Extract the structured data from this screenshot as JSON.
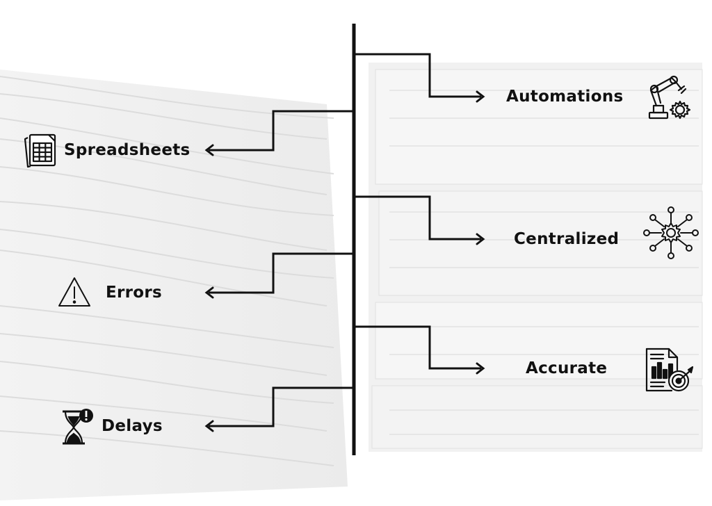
{
  "colors": {
    "line": "#111111",
    "text": "#111111",
    "paper": "#ececec"
  },
  "left_items": [
    {
      "label": "Spreadsheets",
      "icon": "spreadsheet-icon"
    },
    {
      "label": "Errors",
      "icon": "warning-triangle-icon"
    },
    {
      "label": "Delays",
      "icon": "hourglass-alert-icon"
    }
  ],
  "right_items": [
    {
      "label": "Automations",
      "icon": "robotic-arm-gear-icon"
    },
    {
      "label": "Centralized",
      "icon": "network-gear-icon"
    },
    {
      "label": "Accurate",
      "icon": "report-target-icon"
    }
  ]
}
